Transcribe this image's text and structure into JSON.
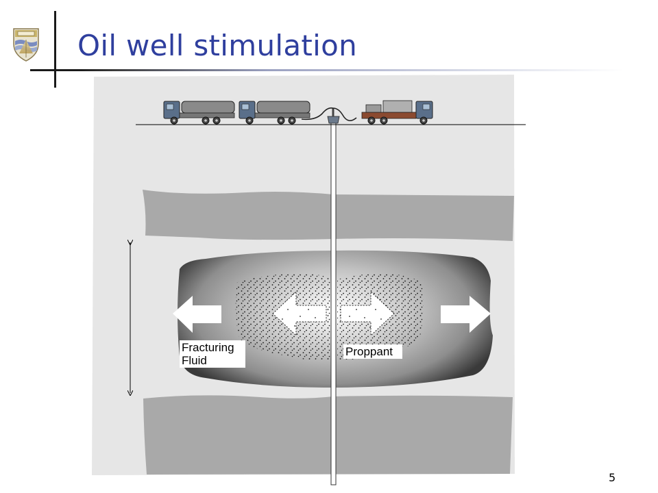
{
  "slide": {
    "title": "Oil well stimulation",
    "page_number": "5"
  },
  "diagram": {
    "labels": {
      "fracturing_fluid": "Fracturing\nFluid",
      "proppant": "Proppant"
    },
    "icons": [
      "university-crest-icon",
      "truck-icon",
      "wellhead-icon"
    ]
  }
}
